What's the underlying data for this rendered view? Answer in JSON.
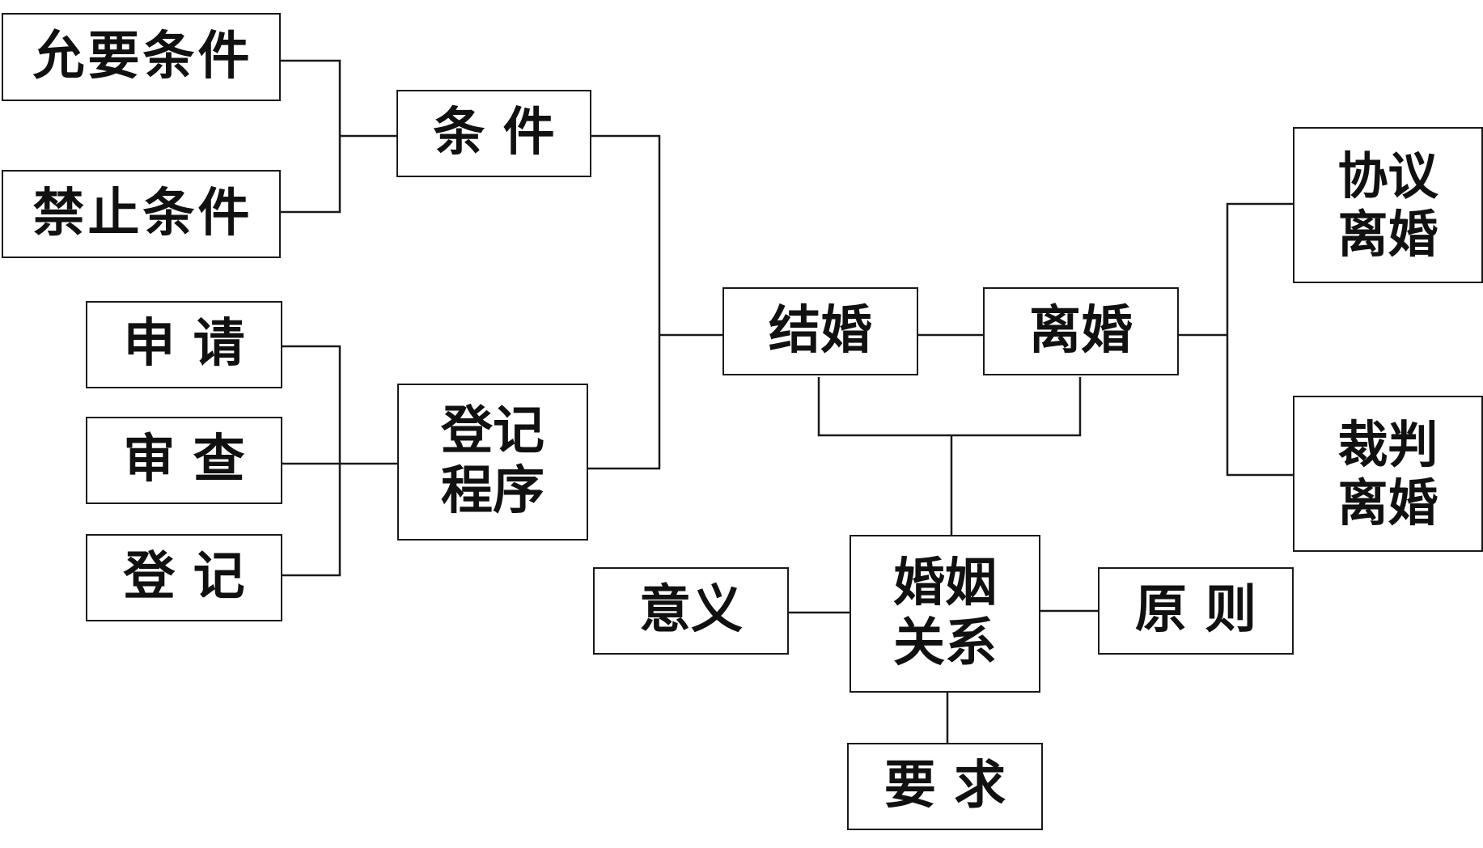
{
  "nodes": {
    "yunyao_tiaojian": "允要条件",
    "jinzhi_tiaojian": "禁止条件",
    "tiaojian": "条 件",
    "shenqing": "申 请",
    "shencha": "审 查",
    "dengji": "登 记",
    "dengji_chengxu": "登记\n程序",
    "jiehun": "结婚",
    "lihun": "离婚",
    "xieyi_lihun": "协议\n离婚",
    "caipan_lihun": "裁判\n离婚",
    "yiyi": "意义",
    "hunyin_guanxi": "婚姻\n关系",
    "yuanze": "原 则",
    "yaoqiu": "要 求"
  },
  "colors": {
    "stroke": "#1a1a1a",
    "text": "#111111",
    "background": "#ffffff"
  }
}
